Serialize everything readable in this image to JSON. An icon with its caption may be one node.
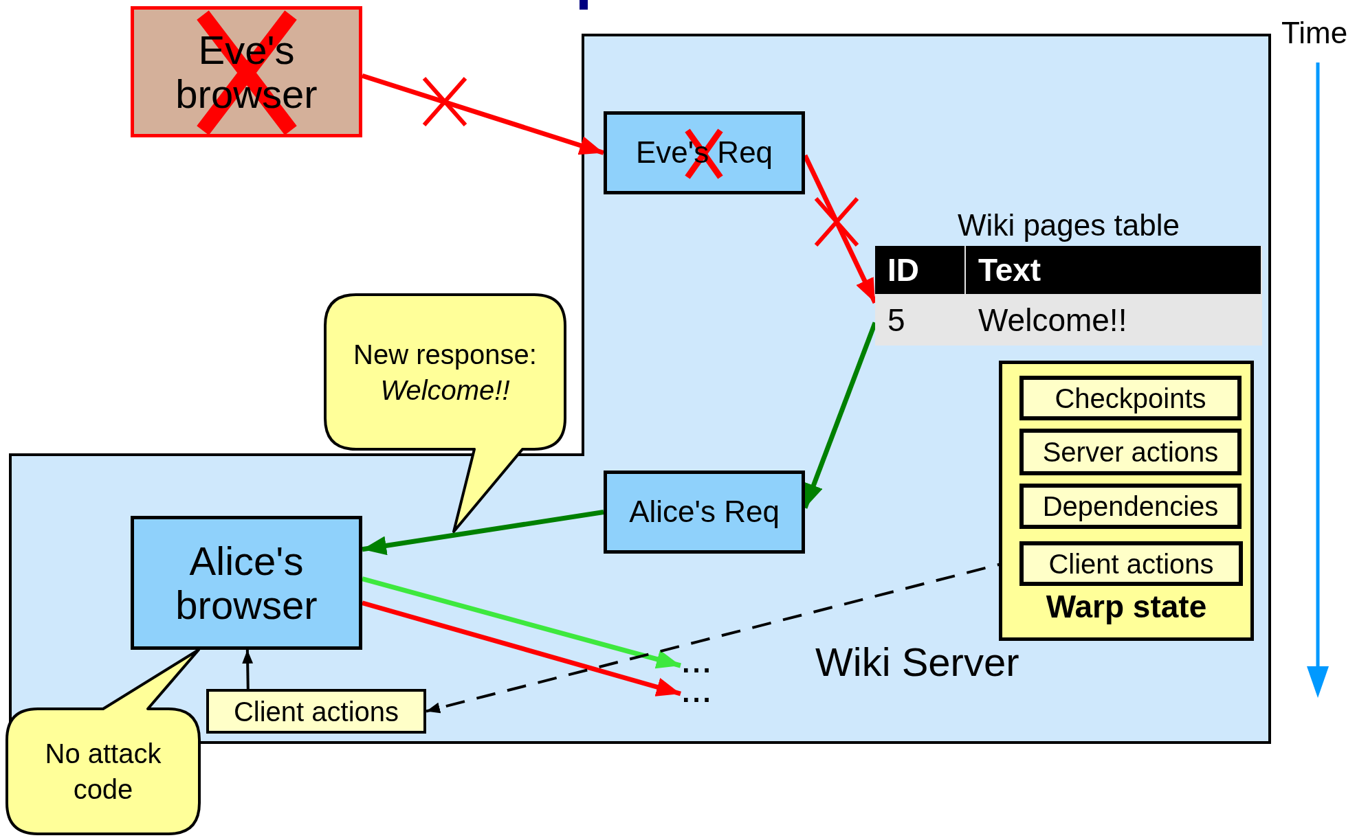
{
  "diagram": {
    "nodes": [
      {
        "text": [
          "Wiki Server"
        ]
      },
      {
        "text": [
          "Eve's browser"
        ]
      },
      {
        "text": [
          "Eve's Req"
        ],
        "in": 0
      },
      {
        "text": [
          "Wiki pages table",
          "ID",
          "Text",
          "5",
          "Welcome!!"
        ],
        "in": 0
      },
      {
        "text": [
          "Alice's Req"
        ],
        "in": 0
      },
      {
        "text": [
          "Warp state"
        ],
        "in": 0
      },
      {
        "text": [
          "Checkpoints"
        ],
        "in": 5
      },
      {
        "text": [
          "Server actions"
        ],
        "in": 5
      },
      {
        "text": [
          "Dependencies"
        ],
        "in": 5
      },
      {
        "text": [
          "Client actions"
        ],
        "in": 5
      },
      {
        "text": [
          "Alice's browser"
        ],
        "in": 0
      },
      {
        "text": [
          "Client actions"
        ],
        "in": 0
      },
      {
        "text": [
          "..."
        ],
        "in": 0
      },
      {
        "text": [
          "..."
        ],
        "in": 0
      },
      {
        "text": [
          "New response: *Welcome!!*"
        ]
      },
      {
        "text": [
          "No attack code"
        ]
      }
    ],
    "edges": [
      {
        "from": 1,
        "to": 2,
        "arrow": "to",
        "color": "#ff0000"
      },
      {
        "from": 2,
        "to": 3,
        "arrow": "to",
        "color": "#ff0000"
      },
      {
        "from": 3,
        "to": 4,
        "arrow": "to",
        "color": "#008000"
      },
      {
        "from": 4,
        "to": 10,
        "arrow": "to",
        "color": "#008000"
      },
      {
        "from": 10,
        "to": 12,
        "arrow": "to",
        "color": "#3ee83e"
      },
      {
        "from": 10,
        "to": 13,
        "arrow": "to",
        "color": "#ff0000"
      },
      {
        "from": 9,
        "to": 11,
        "arrow": "to",
        "style": "dashed",
        "color": "#000000"
      },
      {
        "from": 11,
        "to": 10,
        "arrow": "to",
        "color": "#000000"
      }
    ],
    "labels": [
      "Time"
    ]
  }
}
